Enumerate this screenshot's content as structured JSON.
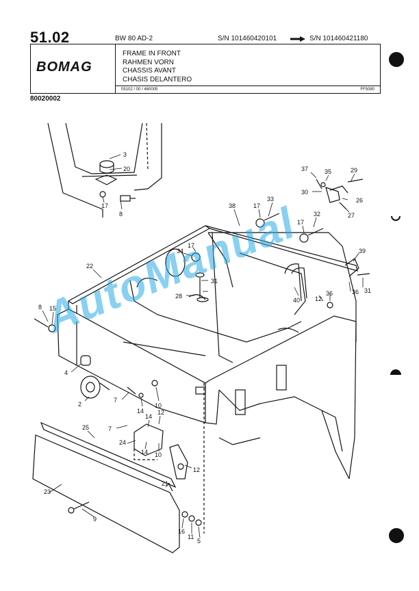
{
  "header": {
    "section": "51.02",
    "model": "BW 80 AD-2",
    "sn_from": "S/N 101460420101",
    "sn_to": "S/N 101460421180",
    "logo": "BOMAG",
    "titles": [
      "FRAME IN FRONT",
      "RAHMEN VORN",
      "CHASSIS AVANT",
      "CHASIS DELANTERO"
    ],
    "code": "05102 / 00 / 460005",
    "ref": "FF5080",
    "doc_no": "80020002"
  },
  "watermark": "AutoManual",
  "callouts": [
    "3",
    "20",
    "17",
    "8",
    "37",
    "35",
    "29",
    "30",
    "26",
    "27",
    "38",
    "17",
    "33",
    "17",
    "32",
    "22",
    "34",
    "17",
    "39",
    "31",
    "36",
    "28",
    "40",
    "12",
    "36",
    "31",
    "8",
    "15",
    "4",
    "2",
    "7",
    "14",
    "10",
    "25",
    "7",
    "14",
    "12",
    "24",
    "14",
    "10",
    "12",
    "23",
    "21",
    "9",
    "16",
    "11",
    "5"
  ]
}
